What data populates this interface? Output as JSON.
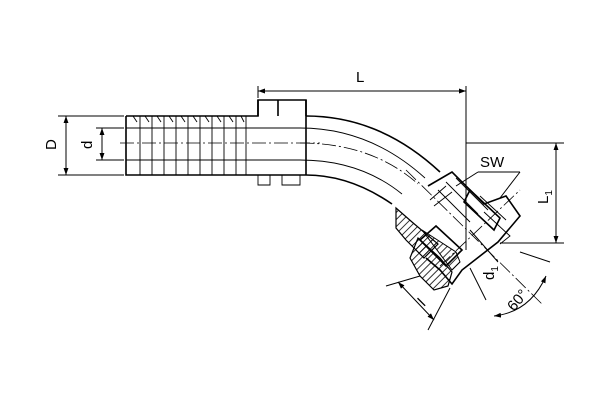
{
  "labels": {
    "L": "L",
    "L1_main": "L",
    "L1_sub": "1",
    "D": "D",
    "d": "d",
    "SW": "SW",
    "d1_main": "d",
    "d1_sub": "1",
    "l": "l",
    "angle": "60°"
  }
}
